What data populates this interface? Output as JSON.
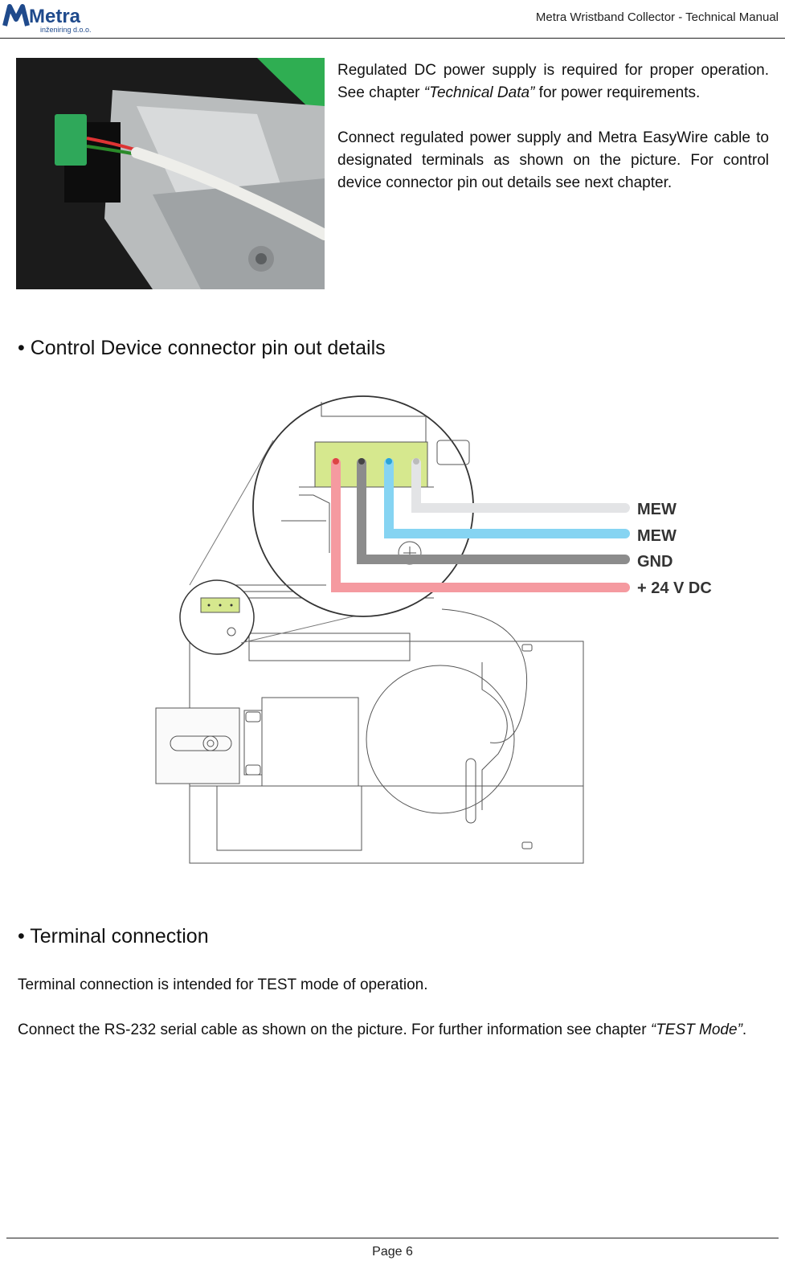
{
  "header": {
    "logo_text": "Metra",
    "logo_subtext": "inženiring d.o.o.",
    "title": "Metra Wristband Collector - Technical Manual"
  },
  "intro": {
    "p1_a": "Regulated DC power supply is required for proper operation. See chapter ",
    "p1_italic": "“Technical Data”",
    "p1_b": " for power requirements.",
    "p2": "Connect regulated power supply and Metra EasyWire cable to designated terminals as shown on the picture. For control device connector pin out details see next chapter."
  },
  "section1": {
    "bullet": "•",
    "title": "Control Device connector pin out details"
  },
  "pinout": {
    "labels": [
      "MEW",
      "MEW",
      "GND",
      "+ 24 V DC"
    ],
    "colors": [
      "#e3e4e6",
      "#86d4f2",
      "#8c8c8c",
      "#f59aa0"
    ]
  },
  "section2": {
    "bullet": "•",
    "title": "Terminal connection"
  },
  "terminal": {
    "p1": "Terminal connection is intended for TEST mode of operation.",
    "p2_a": "Connect the RS-232 serial cable as shown on the picture. For further information see chapter ",
    "p2_italic": "“TEST Mode”",
    "p2_b": "."
  },
  "footer": {
    "page": "Page 6"
  }
}
